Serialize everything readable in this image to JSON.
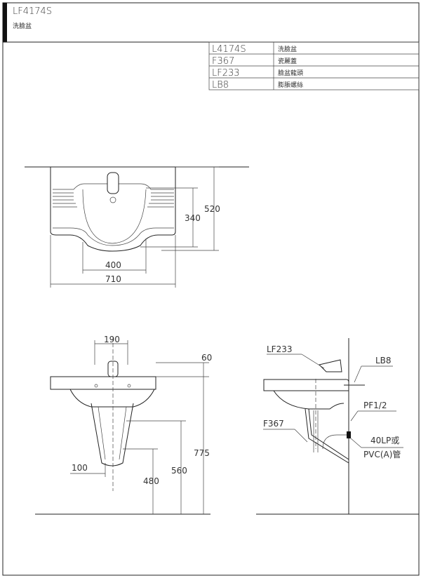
{
  "header": {
    "model": "LF4174S",
    "name": "洗臉盆"
  },
  "parts": [
    {
      "code": "L4174S",
      "name": "洗臉盆"
    },
    {
      "code": "F367",
      "name": "瓷麗蓋"
    },
    {
      "code": "LF233",
      "name": "臉盆龍頭"
    },
    {
      "code": "LB8",
      "name": "膨脹螺絲"
    }
  ],
  "top_view": {
    "dims": {
      "depth": "520",
      "bowl_depth": "340",
      "bowl_width": "400",
      "width": "710"
    }
  },
  "front_view": {
    "dims": {
      "faucet_spacing": "190",
      "rim_thickness": "60",
      "rim_height": "775",
      "mount_height": "560",
      "drain_height": "480",
      "pedestal_offset": "100"
    }
  },
  "side_view": {
    "labels": {
      "faucet": "LF233",
      "anchor": "LB8",
      "supply": "PF1/2",
      "cover": "F367",
      "drain1": "40LP或",
      "drain2": "PVC(A)管"
    }
  }
}
